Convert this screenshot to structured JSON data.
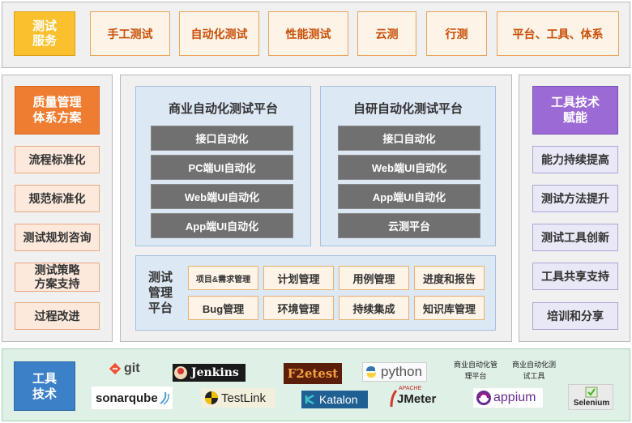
{
  "service": {
    "head": "测试\n服务",
    "items": [
      "手工测试",
      "自动化测试",
      "性能测试",
      "云测",
      "行测",
      "平台、工具、体系"
    ]
  },
  "quality": {
    "head": "质量管理\n体系方案",
    "items": [
      "流程标准化",
      "规范标准化",
      "测试规划咨询",
      "测试策略\n方案支持",
      "过程改进"
    ]
  },
  "commercial_platform": {
    "title": "商业自动化测试平台",
    "items": [
      "接口自动化",
      "PC端UI自动化",
      "Web端UI自动化",
      "App端UI自动化"
    ]
  },
  "inhouse_platform": {
    "title": "自研自动化测试平台",
    "items": [
      "接口自动化",
      "Web端UI自动化",
      "App端UI自动化",
      "云测平台"
    ]
  },
  "management": {
    "title": "测试\n管理\n平台",
    "row1": [
      "项目&需求管理",
      "计划管理",
      "用例管理",
      "进度和报告"
    ],
    "row2": [
      "Bug管理",
      "环境管理",
      "持续集成",
      "知识库管理"
    ]
  },
  "tool_empower": {
    "head": "工具技术\n赋能",
    "items": [
      "能力持续提高",
      "测试方法提升",
      "测试工具创新",
      "工具共享支持",
      "培训和分享"
    ]
  },
  "tools": {
    "head": "工具\n技术",
    "logos": {
      "git": "git",
      "jenkins": "Jenkins",
      "f2etest": "F2etest",
      "python": "python",
      "commercial_platform": "商业自动化管\n理平台",
      "commercial_tool": "商业自动化测\n试工具",
      "sonarqube": "sonarqube",
      "testlink": "TestLink",
      "katalon": "Katalon",
      "apache": "APACHE",
      "jmeter": "JMeter",
      "appium": "appium",
      "selenium": "Selenium"
    }
  },
  "colors": {
    "service_head": "#fbc02d",
    "service_item_text": "#c8500a",
    "quality_head": "#ee7d31",
    "tool_head": "#9b6ad4",
    "platform_button": "#707070",
    "tools_head": "#3c80c8",
    "tools_panel": "#dff0e6"
  }
}
